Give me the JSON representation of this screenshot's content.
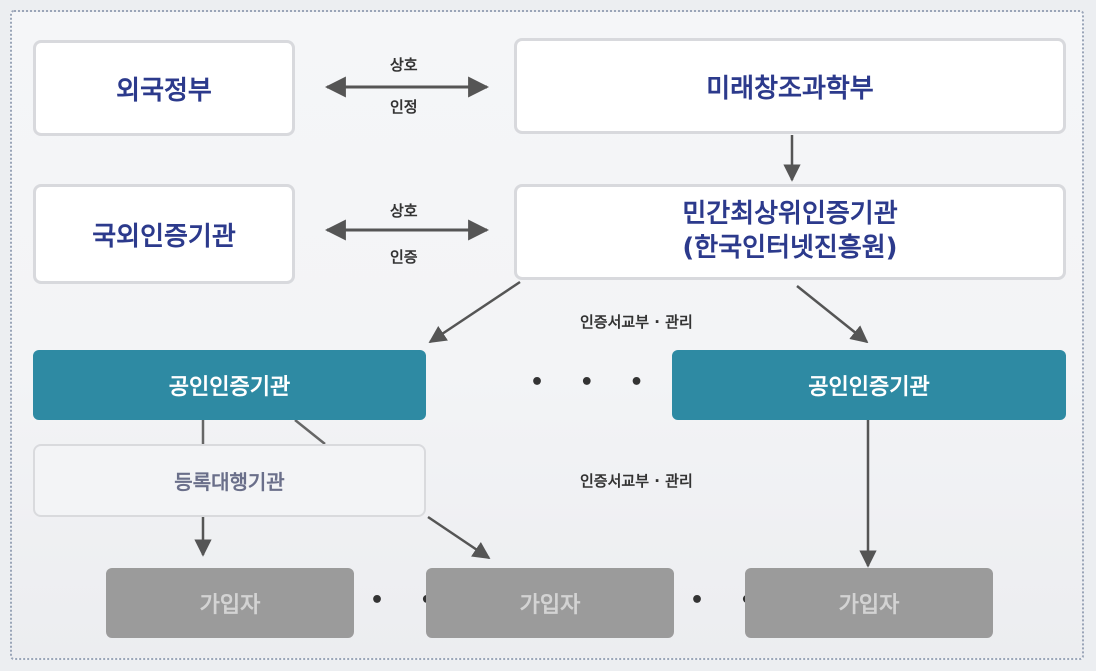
{
  "nodes": {
    "foreign_gov": "외국정부",
    "msip": "미래창조과학부",
    "foreign_ca": "국외인증기관",
    "root_ca_line1": "민간최상위인증기관",
    "root_ca_line2": "(한국인터넷진흥원)",
    "public_ca_left": "공인인증기관",
    "public_ca_right": "공인인증기관",
    "ra": "등록대행기관",
    "subscriber_1": "가입자",
    "subscriber_2": "가입자",
    "subscriber_3": "가입자"
  },
  "edge_labels": {
    "mutual_top_1": "상호",
    "mutual_top_2": "인정",
    "mutual_mid_1": "상호",
    "mutual_mid_2": "인증",
    "issue_manage_upper": "인증서교부 · 관리",
    "issue_manage_lower": "인증서교부 · 관리"
  },
  "ellipses": {
    "between_cas": "• • •",
    "between_sub_1": "• •",
    "between_sub_2": "• •"
  },
  "colors": {
    "node_text": "#2c3a8c",
    "teal": "#2e8aa3",
    "subscriber": "#9b9b9b",
    "annotation_ink": "#000000"
  }
}
